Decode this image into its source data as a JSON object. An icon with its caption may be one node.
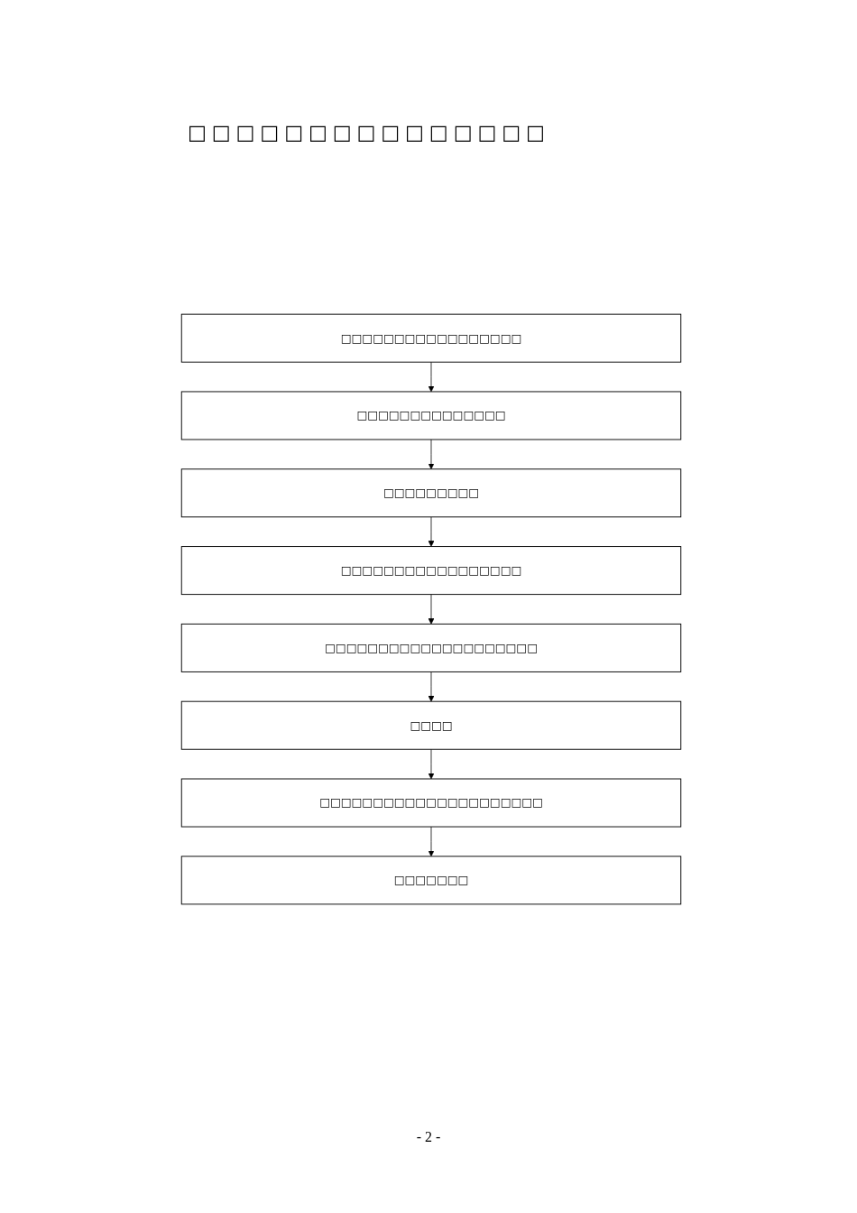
{
  "diagram": {
    "title": "□□□□□□□□□□□□□□□",
    "nodes": [
      {
        "text": [
          "□□□□□□□□□□□□□□□□□"
        ]
      },
      {
        "text": [
          "□□□□□□□□□□□□□□"
        ]
      },
      {
        "text": [
          "□□□□□□□□□"
        ]
      },
      {
        "text": [
          "□□□□□□□□□□□□□□□□□"
        ]
      },
      {
        "text": [
          "□□□□□□□□□□□□□□□□□□□□"
        ]
      },
      {
        "text": [
          "□□□□"
        ]
      },
      {
        "text": [
          "□□□□□□□□□□□□□□□□□□□□□"
        ]
      },
      {
        "text": [
          "□□□□□□□"
        ]
      }
    ],
    "edges": [
      {
        "from": 0,
        "to": 1,
        "arrow": "to"
      },
      {
        "from": 1,
        "to": 2,
        "arrow": "to"
      },
      {
        "from": 2,
        "to": 3,
        "arrow": "to"
      },
      {
        "from": 3,
        "to": 4,
        "arrow": "to"
      },
      {
        "from": 4,
        "to": 5,
        "arrow": "to"
      },
      {
        "from": 5,
        "to": 6,
        "arrow": "to"
      },
      {
        "from": 6,
        "to": 7,
        "arrow": "to"
      }
    ],
    "labels": [
      "- 2 -"
    ]
  }
}
